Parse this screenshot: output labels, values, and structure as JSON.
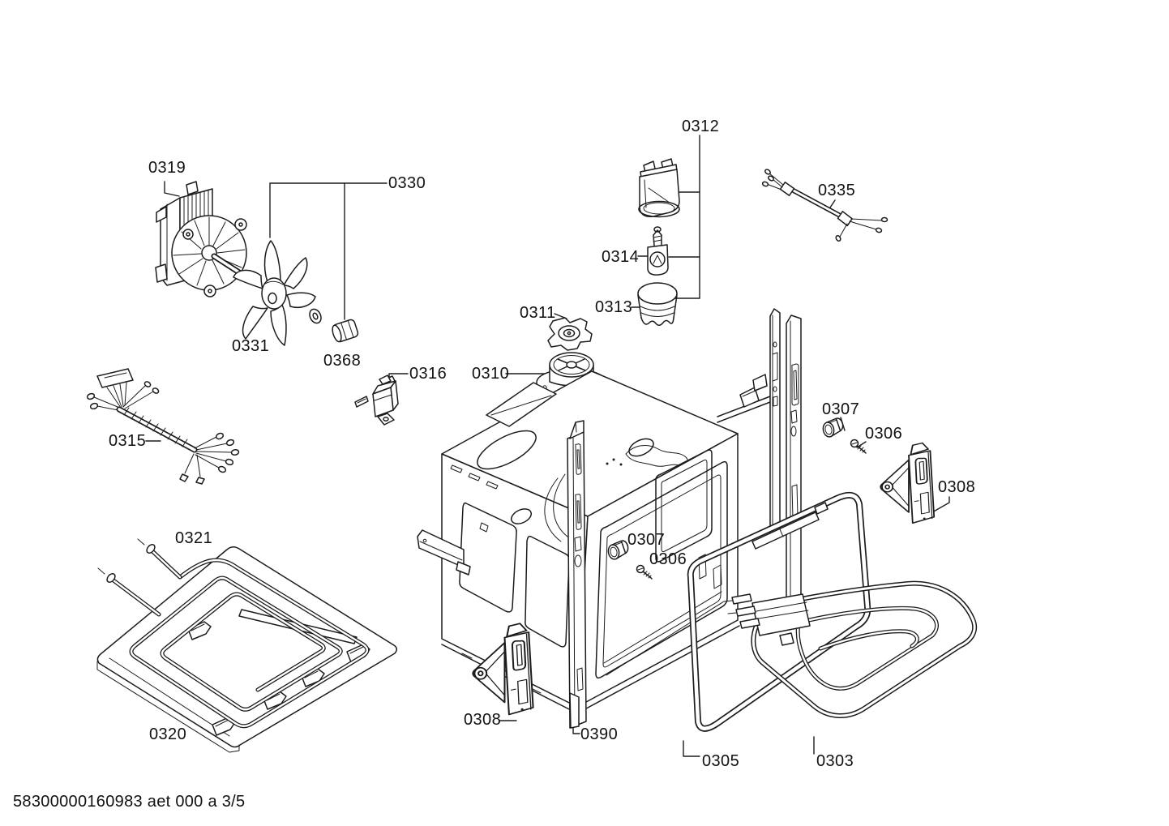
{
  "document": {
    "type": "exploded-parts-diagram",
    "footer_code": "58300000160983 aet 000 a 3/5"
  },
  "colors": {
    "line": "#1c1c1c",
    "background": "#ffffff",
    "text": "#111111"
  },
  "parts": {
    "fan_motor": "0319",
    "fan_assembly": "0330",
    "fan_impeller": "0331",
    "fastener_nut": "0368",
    "lamp_assembly": "0312",
    "lamp_bulb": "0314",
    "lamp_glass_cover": "0313",
    "lamp_bracket": "0311",
    "fan_duct": "0310",
    "wiring_cable": "0335",
    "thermostat_switch": "0316",
    "wiring_harness": "0315",
    "plug_cap": "0307",
    "screw": "0306",
    "hinge_bracket": "0308",
    "lower_heating_element": "0321",
    "base_plate": "0320",
    "oven_cavity": "0390",
    "grill_frame": "0305",
    "grill_heating_element": "0303"
  }
}
